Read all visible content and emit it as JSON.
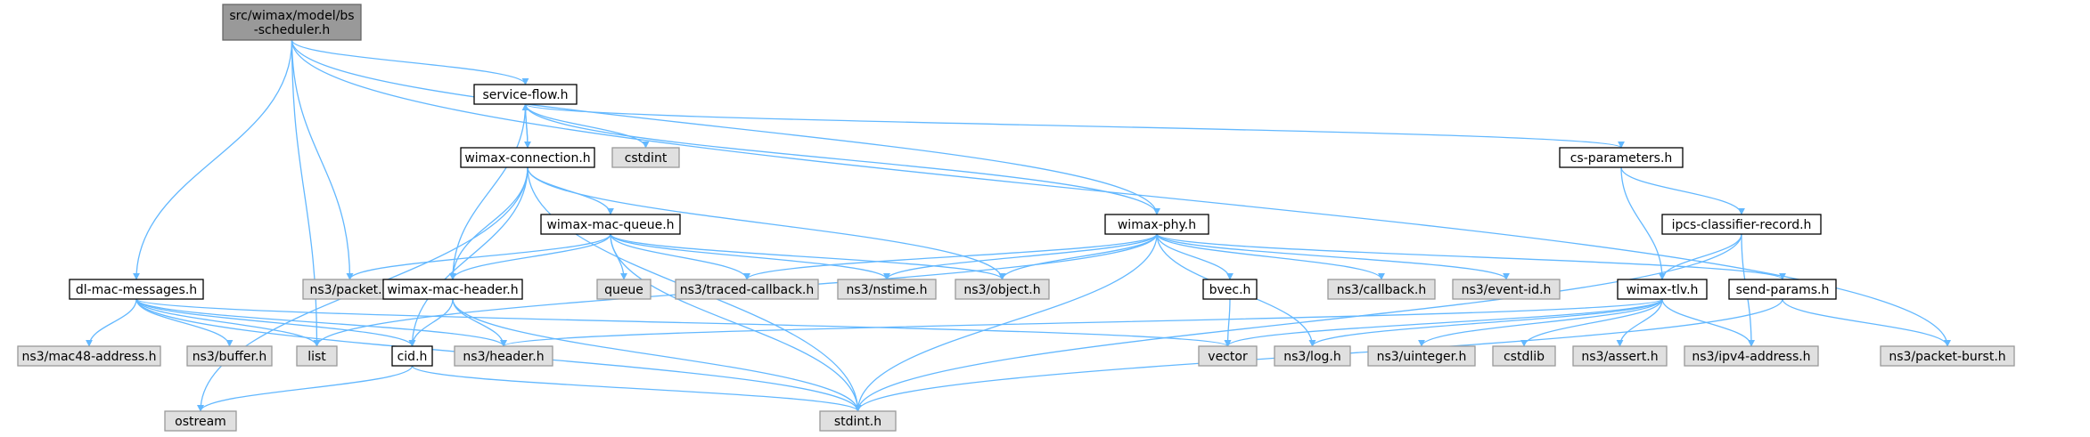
{
  "graph": {
    "colors": {
      "edge": "#63b8ff",
      "root_fill": "#999999",
      "internal_fill": "#ffffff",
      "external_fill": "#e0e0e0"
    },
    "nodes": [
      {
        "id": "root",
        "kind": "root",
        "lines": [
          "src/wimax/model/bs",
          "-scheduler.h"
        ]
      },
      {
        "id": "service-flow",
        "kind": "internal",
        "lines": [
          "service-flow.h"
        ]
      },
      {
        "id": "cstdint",
        "kind": "external",
        "lines": [
          "cstdint"
        ]
      },
      {
        "id": "cs-parameters",
        "kind": "internal",
        "lines": [
          "cs-parameters.h"
        ]
      },
      {
        "id": "wimax-connection",
        "kind": "internal",
        "lines": [
          "wimax-connection.h"
        ]
      },
      {
        "id": "ipcs-classifier-record",
        "kind": "internal",
        "lines": [
          "ipcs-classifier-record.h"
        ]
      },
      {
        "id": "wimax-mac-queue",
        "kind": "internal",
        "lines": [
          "wimax-mac-queue.h"
        ]
      },
      {
        "id": "wimax-phy",
        "kind": "internal",
        "lines": [
          "wimax-phy.h"
        ]
      },
      {
        "id": "dl-mac-messages",
        "kind": "internal",
        "lines": [
          "dl-mac-messages.h"
        ]
      },
      {
        "id": "ns3-packet",
        "kind": "external",
        "lines": [
          "ns3/packet.h"
        ]
      },
      {
        "id": "wimax-mac-header",
        "kind": "internal",
        "lines": [
          "wimax-mac-header.h"
        ]
      },
      {
        "id": "queue",
        "kind": "external",
        "lines": [
          "queue"
        ]
      },
      {
        "id": "ns3-traced-callback",
        "kind": "external",
        "lines": [
          "ns3/traced-callback.h"
        ]
      },
      {
        "id": "ns3-nstime",
        "kind": "external",
        "lines": [
          "ns3/nstime.h"
        ]
      },
      {
        "id": "ns3-object",
        "kind": "external",
        "lines": [
          "ns3/object.h"
        ]
      },
      {
        "id": "bvec",
        "kind": "internal",
        "lines": [
          "bvec.h"
        ]
      },
      {
        "id": "ns3-callback",
        "kind": "external",
        "lines": [
          "ns3/callback.h"
        ]
      },
      {
        "id": "ns3-event-id",
        "kind": "external",
        "lines": [
          "ns3/event-id.h"
        ]
      },
      {
        "id": "send-params",
        "kind": "internal",
        "lines": [
          "send-params.h"
        ]
      },
      {
        "id": "wimax-tlv",
        "kind": "internal",
        "lines": [
          "wimax-tlv.h"
        ]
      },
      {
        "id": "ns3-mac48-address",
        "kind": "external",
        "lines": [
          "ns3/mac48-address.h"
        ]
      },
      {
        "id": "ns3-buffer",
        "kind": "external",
        "lines": [
          "ns3/buffer.h"
        ]
      },
      {
        "id": "list",
        "kind": "external",
        "lines": [
          "list"
        ]
      },
      {
        "id": "cid",
        "kind": "internal",
        "lines": [
          "cid.h"
        ]
      },
      {
        "id": "ns3-header",
        "kind": "external",
        "lines": [
          "ns3/header.h"
        ]
      },
      {
        "id": "vector",
        "kind": "external",
        "lines": [
          "vector"
        ]
      },
      {
        "id": "ns3-log",
        "kind": "external",
        "lines": [
          "ns3/log.h"
        ]
      },
      {
        "id": "ns3-uinteger",
        "kind": "external",
        "lines": [
          "ns3/uinteger.h"
        ]
      },
      {
        "id": "cstdlib",
        "kind": "external",
        "lines": [
          "cstdlib"
        ]
      },
      {
        "id": "ns3-assert",
        "kind": "external",
        "lines": [
          "ns3/assert.h"
        ]
      },
      {
        "id": "ns3-ipv4-address",
        "kind": "external",
        "lines": [
          "ns3/ipv4-address.h"
        ]
      },
      {
        "id": "ns3-packet-burst",
        "kind": "external",
        "lines": [
          "ns3/packet-burst.h"
        ]
      },
      {
        "id": "ostream",
        "kind": "external",
        "lines": [
          "ostream"
        ]
      },
      {
        "id": "stdint",
        "kind": "external",
        "lines": [
          "stdint.h"
        ]
      }
    ],
    "edges": [
      [
        "root",
        "service-flow"
      ],
      [
        "root",
        "wimax-phy"
      ],
      [
        "root",
        "dl-mac-messages"
      ],
      [
        "root",
        "ns3-packet"
      ],
      [
        "root",
        "list"
      ],
      [
        "root",
        "ns3-packet-burst"
      ],
      [
        "service-flow",
        "wimax-connection"
      ],
      [
        "service-flow",
        "cstdint"
      ],
      [
        "service-flow",
        "cs-parameters"
      ],
      [
        "service-flow",
        "wimax-phy"
      ],
      [
        "service-flow",
        "wimax-mac-header"
      ],
      [
        "wimax-connection",
        "service-flow"
      ],
      [
        "wimax-connection",
        "wimax-mac-queue"
      ],
      [
        "wimax-connection",
        "wimax-mac-header"
      ],
      [
        "wimax-connection",
        "ns3-object"
      ],
      [
        "wimax-connection",
        "stdint"
      ],
      [
        "wimax-connection",
        "ostream"
      ],
      [
        "wimax-connection",
        "cid"
      ],
      [
        "cs-parameters",
        "ipcs-classifier-record"
      ],
      [
        "cs-parameters",
        "wimax-tlv"
      ],
      [
        "ipcs-classifier-record",
        "wimax-tlv"
      ],
      [
        "ipcs-classifier-record",
        "ns3-ipv4-address"
      ],
      [
        "ipcs-classifier-record",
        "stdint"
      ],
      [
        "wimax-mac-queue",
        "ns3-packet"
      ],
      [
        "wimax-mac-queue",
        "wimax-mac-header"
      ],
      [
        "wimax-mac-queue",
        "queue"
      ],
      [
        "wimax-mac-queue",
        "ns3-traced-callback"
      ],
      [
        "wimax-mac-queue",
        "ns3-nstime"
      ],
      [
        "wimax-mac-queue",
        "ns3-object"
      ],
      [
        "wimax-mac-queue",
        "stdint"
      ],
      [
        "wimax-phy",
        "ns3-traced-callback"
      ],
      [
        "wimax-phy",
        "ns3-nstime"
      ],
      [
        "wimax-phy",
        "ns3-object"
      ],
      [
        "wimax-phy",
        "bvec"
      ],
      [
        "wimax-phy",
        "ns3-callback"
      ],
      [
        "wimax-phy",
        "ns3-event-id"
      ],
      [
        "wimax-phy",
        "send-params"
      ],
      [
        "wimax-phy",
        "list"
      ],
      [
        "wimax-phy",
        "ns3-log"
      ],
      [
        "wimax-phy",
        "stdint"
      ],
      [
        "dl-mac-messages",
        "ns3-mac48-address"
      ],
      [
        "dl-mac-messages",
        "ns3-buffer"
      ],
      [
        "dl-mac-messages",
        "list"
      ],
      [
        "dl-mac-messages",
        "cid"
      ],
      [
        "dl-mac-messages",
        "ns3-header"
      ],
      [
        "dl-mac-messages",
        "vector"
      ],
      [
        "dl-mac-messages",
        "stdint"
      ],
      [
        "wimax-mac-header",
        "cid"
      ],
      [
        "wimax-mac-header",
        "ns3-header"
      ],
      [
        "wimax-mac-header",
        "stdint"
      ],
      [
        "cid",
        "ostream"
      ],
      [
        "cid",
        "stdint"
      ],
      [
        "bvec",
        "vector"
      ],
      [
        "send-params",
        "ns3-packet-burst"
      ],
      [
        "send-params",
        "stdint"
      ],
      [
        "wimax-tlv",
        "ns3-header"
      ],
      [
        "wimax-tlv",
        "vector"
      ],
      [
        "wimax-tlv",
        "ns3-log"
      ],
      [
        "wimax-tlv",
        "ns3-uinteger"
      ],
      [
        "wimax-tlv",
        "cstdlib"
      ],
      [
        "wimax-tlv",
        "ns3-assert"
      ],
      [
        "wimax-tlv",
        "ns3-ipv4-address"
      ]
    ]
  }
}
